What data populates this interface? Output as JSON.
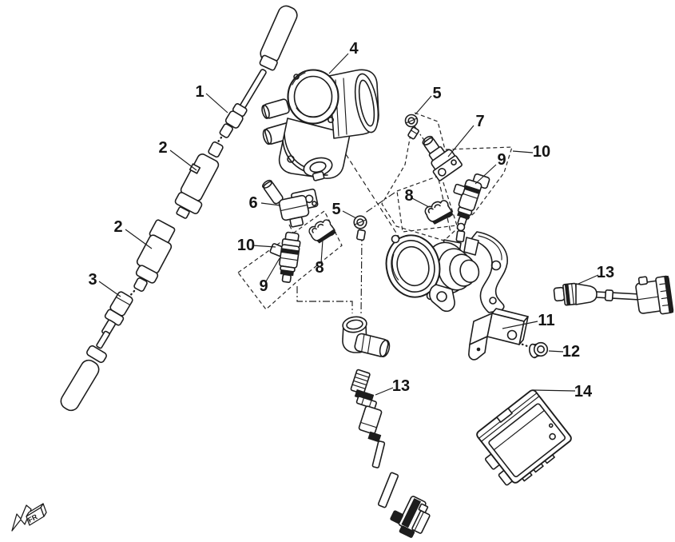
{
  "diagram": {
    "type": "exploded-parts-diagram",
    "background": "#ffffff",
    "line_color": "#1d1d1d",
    "label_color": "#141414",
    "fr_marker": "FR",
    "callouts": [
      {
        "label": "1",
        "points_to": "spark-plug-wire"
      },
      {
        "label": "2",
        "points_to": "ignition-coil-a"
      },
      {
        "label": "2",
        "points_to": "ignition-coil-b"
      },
      {
        "label": "3",
        "points_to": "spark-plug-cap"
      },
      {
        "label": "4",
        "points_to": "throttle-body"
      },
      {
        "label": "5",
        "points_to": "bolt-a"
      },
      {
        "label": "5",
        "points_to": "bolt-b"
      },
      {
        "label": "6",
        "points_to": "map-sensor"
      },
      {
        "label": "7",
        "points_to": "sensor-assembly-7"
      },
      {
        "label": "8",
        "points_to": "injector-clamp-a"
      },
      {
        "label": "8",
        "points_to": "injector-clamp-b"
      },
      {
        "label": "9",
        "points_to": "fuel-injector-a"
      },
      {
        "label": "9",
        "points_to": "fuel-injector-b"
      },
      {
        "label": "10",
        "points_to": "injector-group-a"
      },
      {
        "label": "10",
        "points_to": "injector-group-b"
      },
      {
        "label": "11",
        "points_to": "sensor-bracket"
      },
      {
        "label": "12",
        "points_to": "flange-nut"
      },
      {
        "label": "13",
        "points_to": "oxygen-sensor-right"
      },
      {
        "label": "13",
        "points_to": "oxygen-sensor-bottom"
      },
      {
        "label": "14",
        "points_to": "ecu"
      }
    ]
  }
}
